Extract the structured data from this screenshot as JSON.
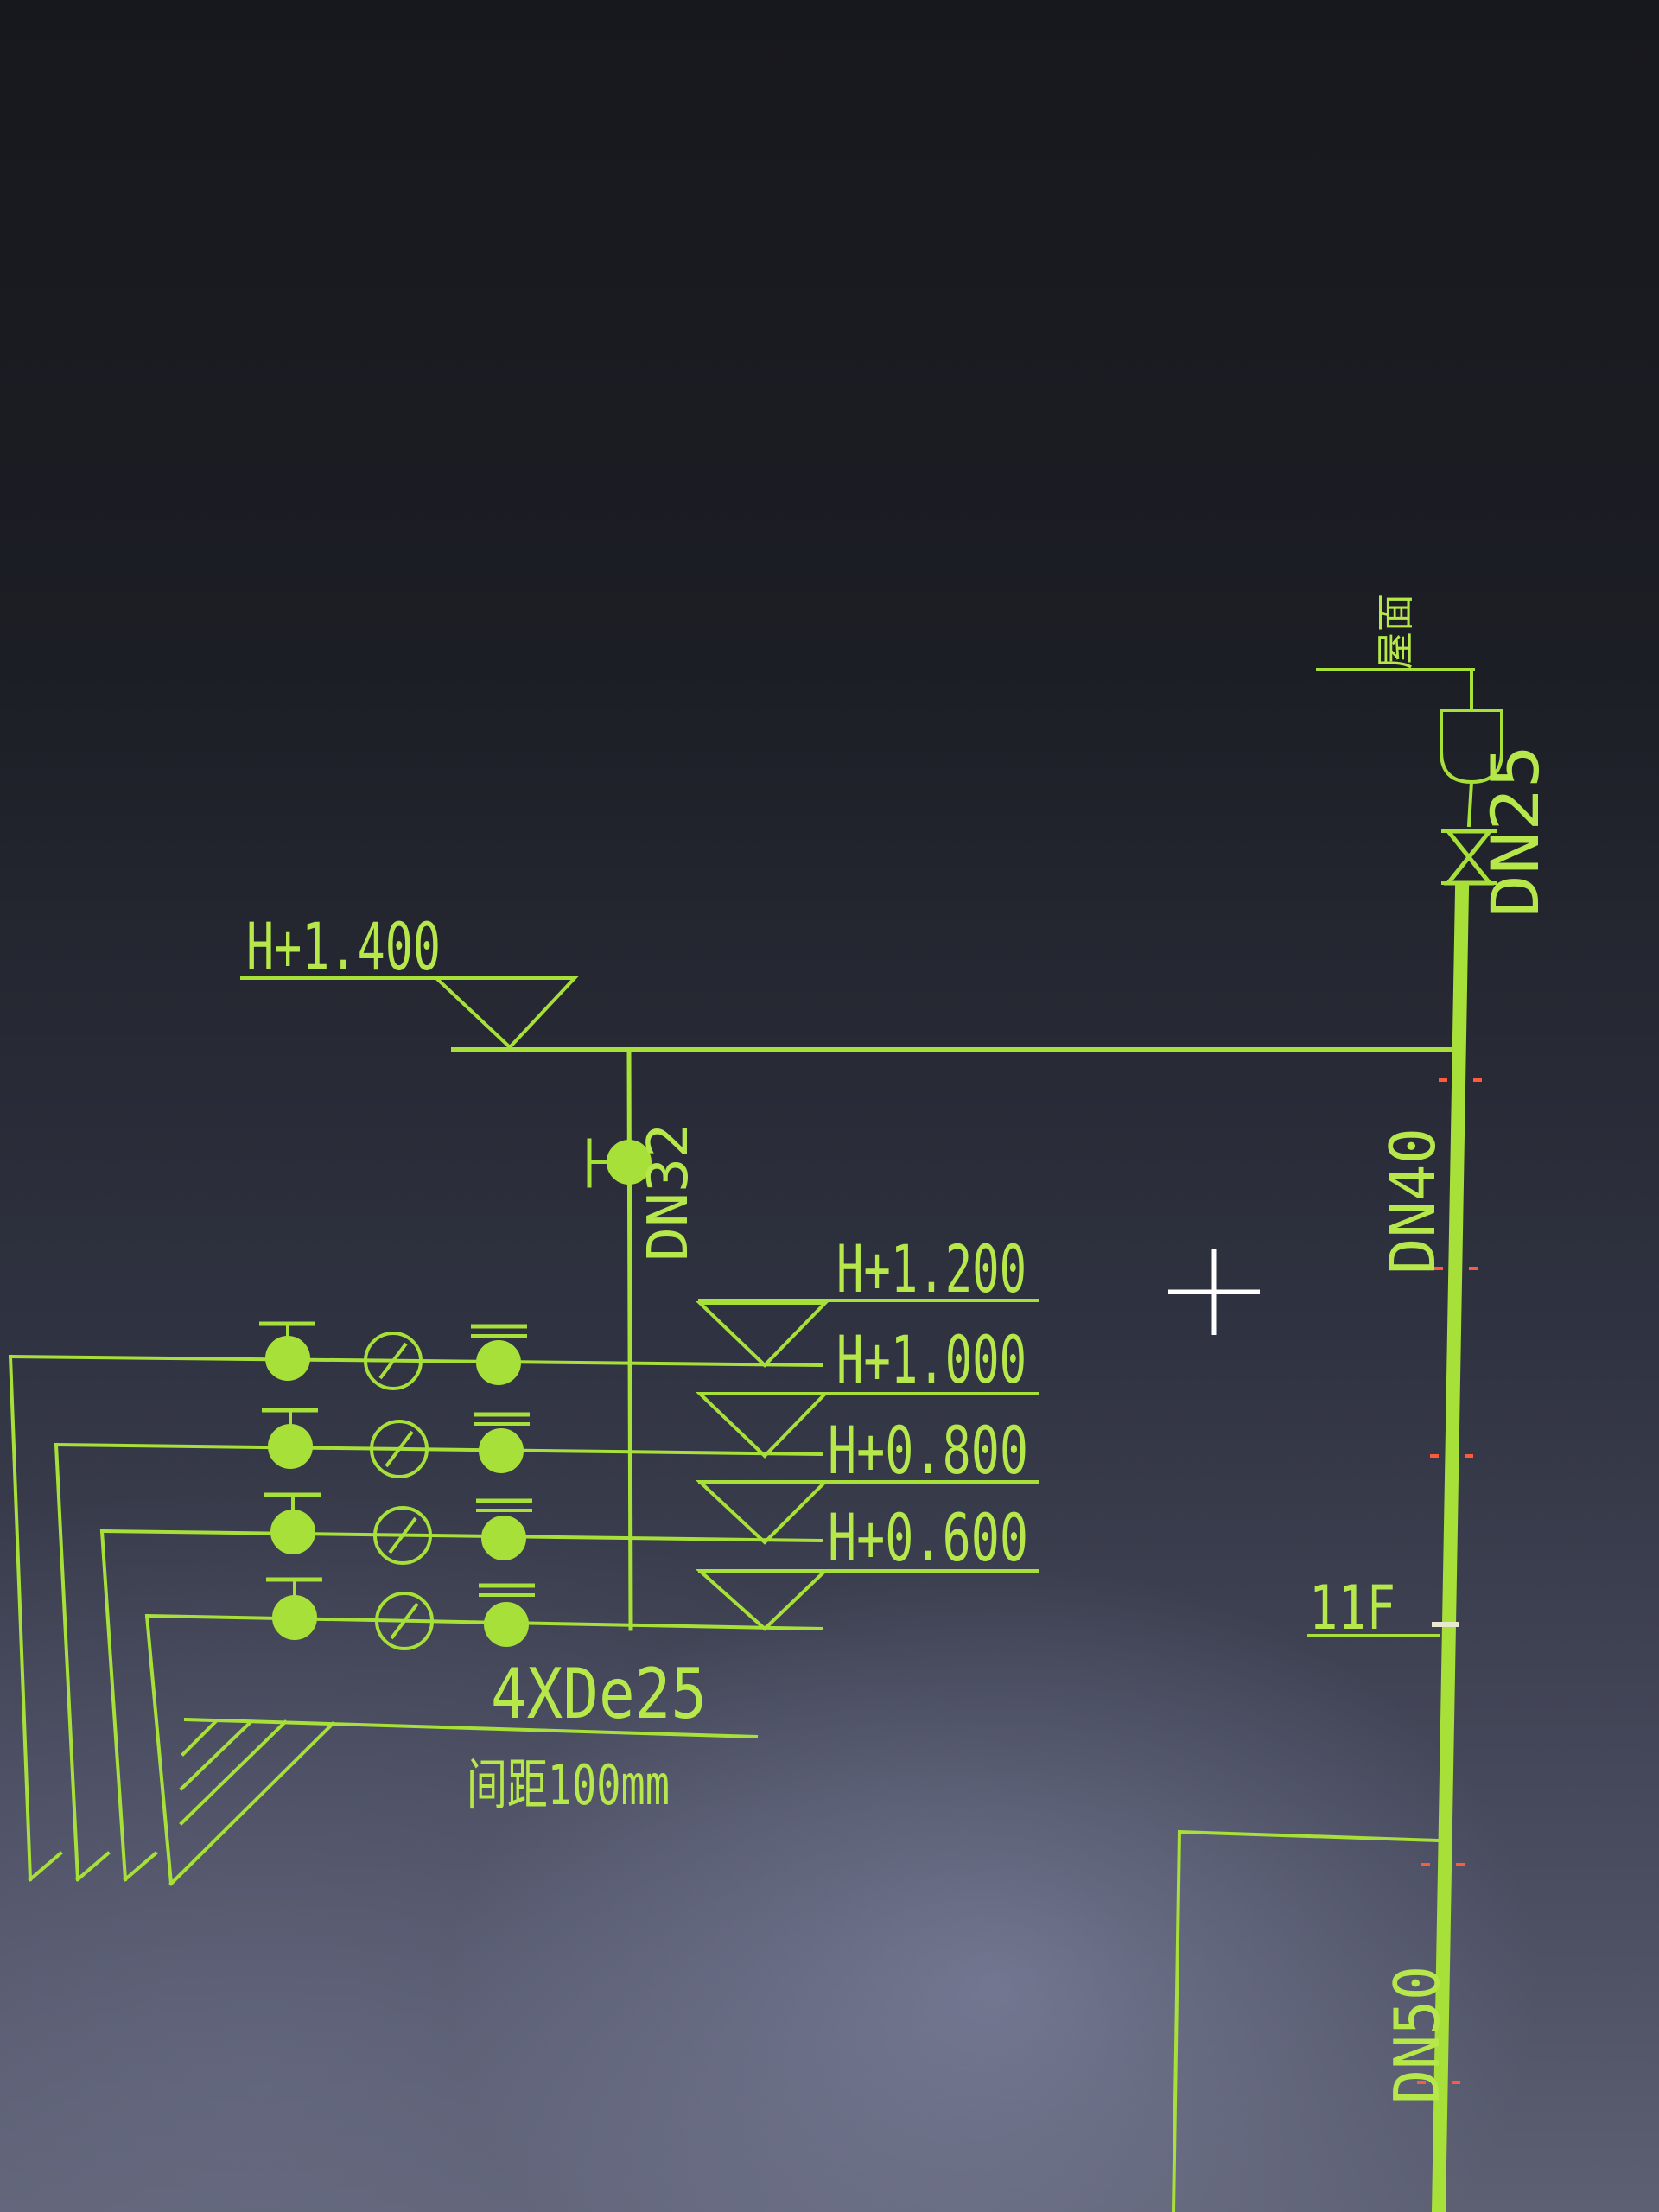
{
  "colors": {
    "line": "#a8e03a",
    "text": "#b6e84c",
    "marker": "#ff5a3c",
    "cursor": "#ffffff",
    "background": "#1a1c22"
  },
  "labels": {
    "top_label": "屋面",
    "pipe_dn25": "DN25",
    "level_h1400": "H+1.400",
    "pipe_dn32": "DN32",
    "pipe_dn40": "DN40",
    "level_h1200": "H+1.200",
    "level_h1000": "H+1.000",
    "level_h0800": "H+0.800",
    "level_h0600": "H+0.600",
    "floor_11f": "11F",
    "branch_count": "4XDe25",
    "spacing_note": "间距100mm",
    "pipe_dn50": "DN50"
  },
  "icons": {
    "valve": "globe-valve-icon",
    "meter": "water-meter-icon",
    "air_vent": "air-vent-icon",
    "level_mark": "elevation-triangle-icon",
    "cursor": "crosshair-cursor-icon"
  }
}
